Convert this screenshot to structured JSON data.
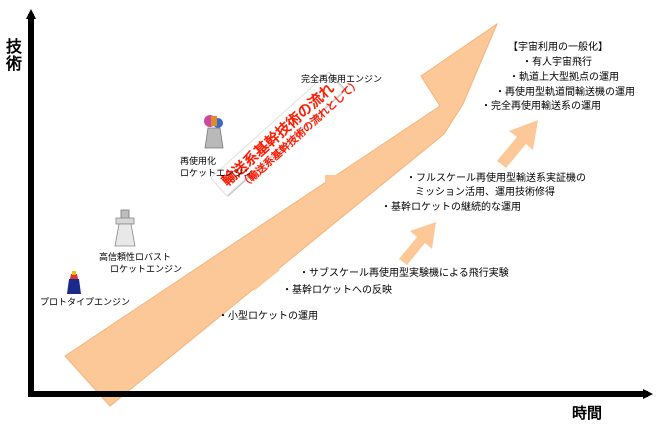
{
  "axes": {
    "y_label": "技術",
    "x_label": "時間"
  },
  "banner": {
    "title": "輸送系基幹技術の流れ",
    "subtitle": "（輸送系基幹技術の流れとして）"
  },
  "engines": {
    "prototype": "プロトタイプエンジン",
    "reliable_line1": "高信頼性ロバスト",
    "reliable_line2": "ロケットエンジン",
    "reusable_line1": "再使用化",
    "reusable_line2": "ロケットエンジン",
    "fully_reusable": "完全再使用エンジン"
  },
  "milestones": {
    "small_rocket": "・小型ロケットの運用",
    "subscale_line1": "・サブスケール再使用型実験機による飛行実験",
    "subscale_line2": "・基幹ロケットへの反映",
    "fullscale_line1": "・フルスケール再使用型輸送系実証機の",
    "fullscale_line2": "ミッション活用、運用技術修得",
    "fullscale_line3": "・基幹ロケットの継続的な運用"
  },
  "space_use": {
    "header": "【宇宙利用の一般化】",
    "items": [
      "・有人宇宙飛行",
      "・軌道上大型拠点の運用",
      "・再使用型軌道間輸送機の運用",
      "・完全再使用輸送系の運用"
    ]
  },
  "colors": {
    "arrow_fill": "#fdc898",
    "arrow_outline": "#f5b27a",
    "banner_text": "#ff1a00",
    "axis": "#000000"
  }
}
